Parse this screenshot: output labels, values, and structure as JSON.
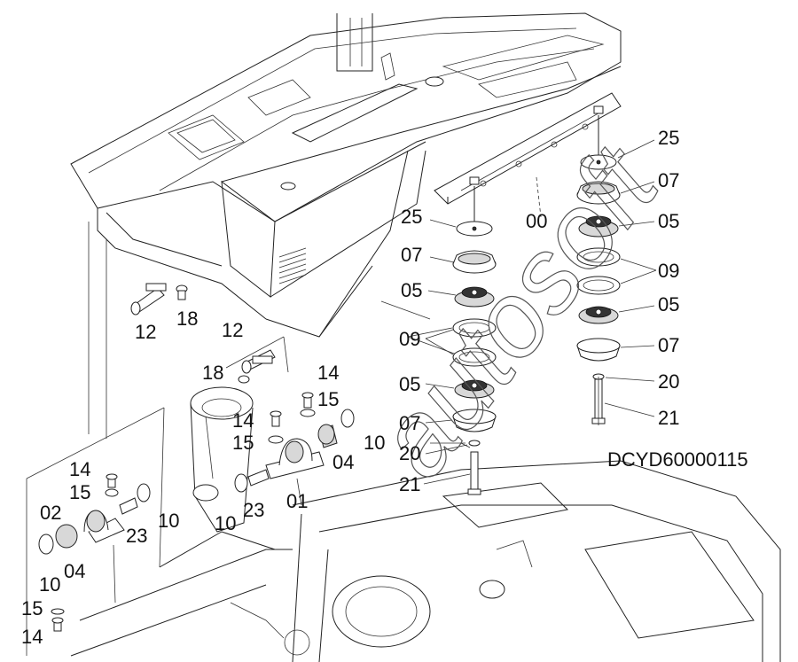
{
  "drawing_code": "DCYD60000115",
  "watermark": "autosoft",
  "callouts": {
    "c25a": "25",
    "c07a": "07",
    "c05a": "05",
    "c09a": "09",
    "c05b": "05",
    "c07b": "07",
    "c20a": "20",
    "c21a": "21",
    "c00": "00",
    "c25b": "25",
    "c07c": "07",
    "c05c": "05",
    "c09b": "09",
    "c05d": "05",
    "c07d": "07",
    "c20b": "20",
    "c21b": "21",
    "c12a": "12",
    "c18a": "18",
    "c12b": "12",
    "c18b": "18",
    "c14a": "14",
    "c15a": "15",
    "c14b": "14",
    "c15b": "15",
    "c10a": "10",
    "c04a": "04",
    "c10b": "10",
    "c23a": "23",
    "c01": "01",
    "c14c": "14",
    "c15c": "15",
    "c02": "02",
    "c23b": "23",
    "c10c": "10",
    "c10d": "10",
    "c04b": "04",
    "c15d": "15",
    "c14d": "14"
  }
}
